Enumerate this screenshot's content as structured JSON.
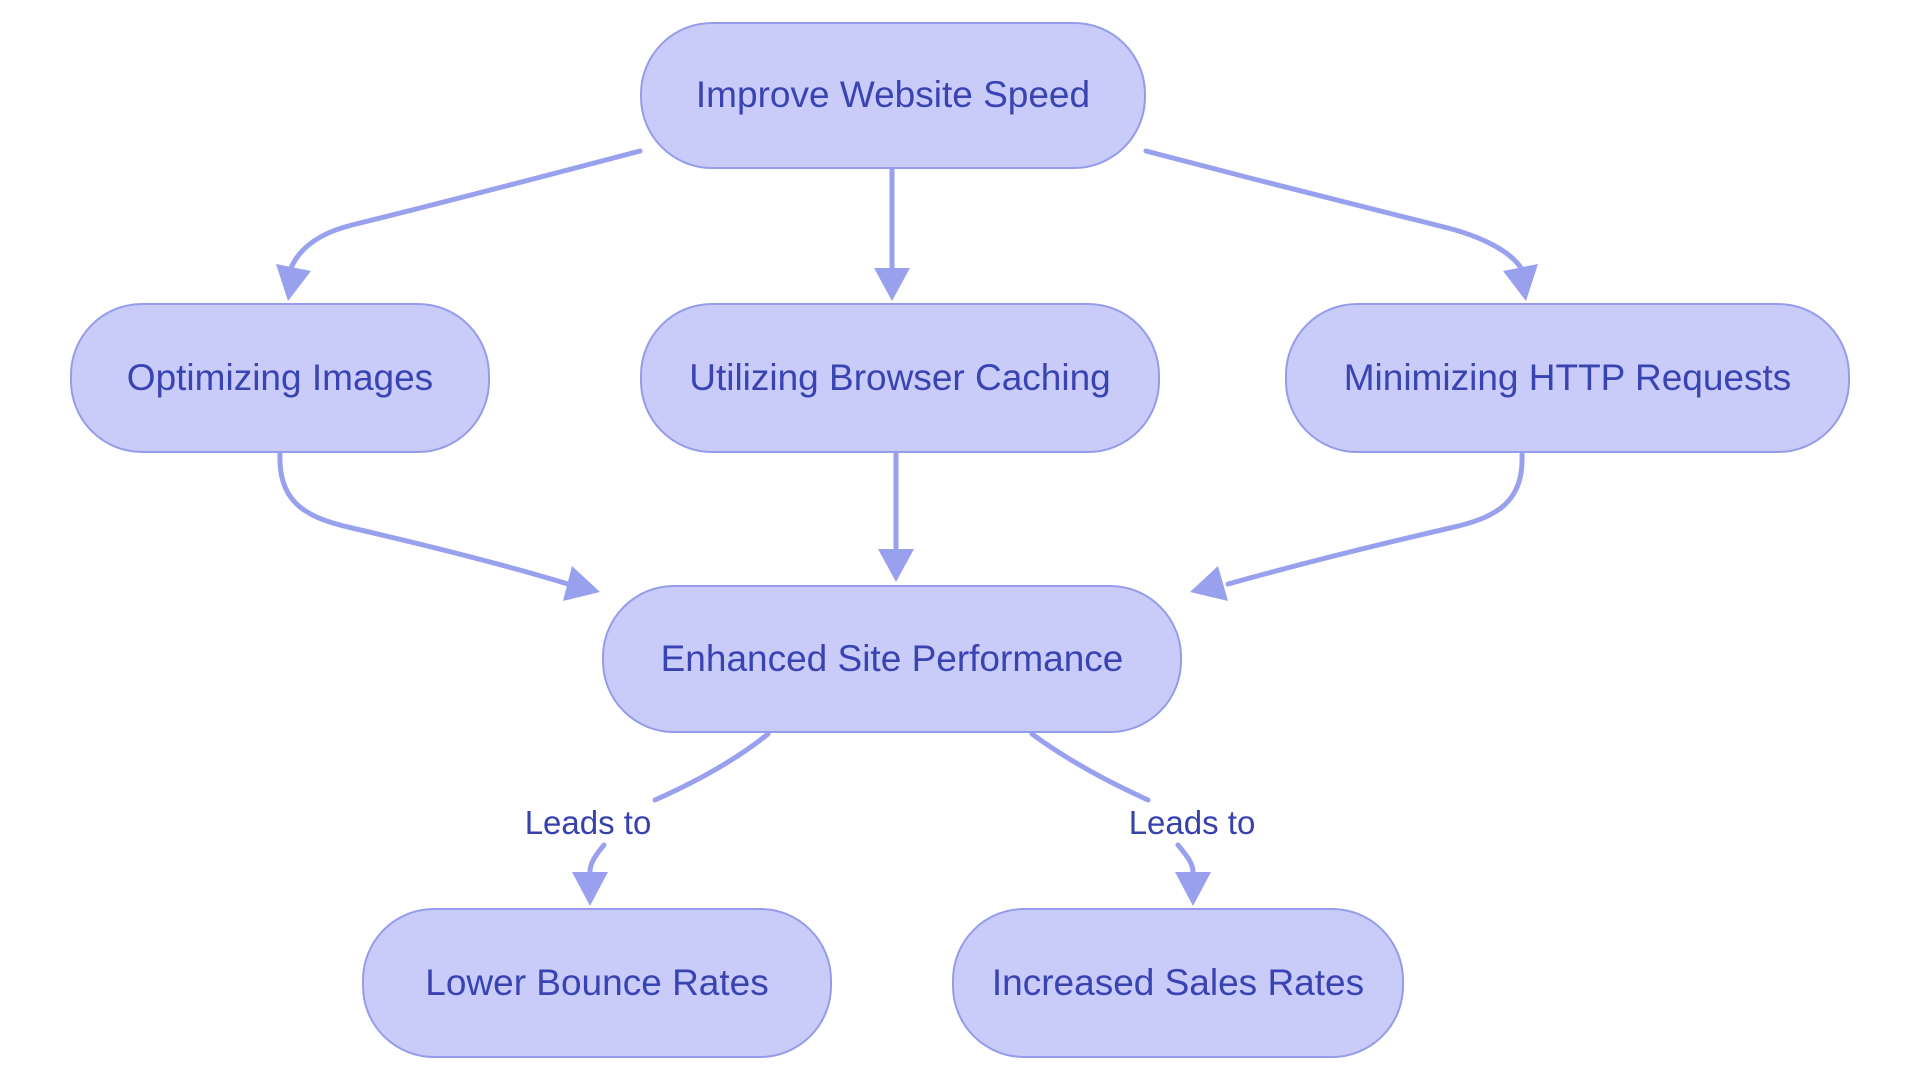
{
  "diagram": {
    "type": "flowchart",
    "background": "#ffffff",
    "nodes": [
      {
        "id": "improve-website-speed",
        "label": "Improve Website Speed"
      },
      {
        "id": "optimizing-images",
        "label": "Optimizing Images"
      },
      {
        "id": "utilizing-browser-caching",
        "label": "Utilizing Browser Caching"
      },
      {
        "id": "minimizing-http-requests",
        "label": "Minimizing HTTP Requests"
      },
      {
        "id": "enhanced-site-performance",
        "label": "Enhanced Site Performance"
      },
      {
        "id": "lower-bounce-rates",
        "label": "Lower Bounce Rates"
      },
      {
        "id": "increased-sales-rates",
        "label": "Increased Sales Rates"
      }
    ],
    "edges": [
      {
        "from": "improve-website-speed",
        "to": "optimizing-images",
        "label": ""
      },
      {
        "from": "improve-website-speed",
        "to": "utilizing-browser-caching",
        "label": ""
      },
      {
        "from": "improve-website-speed",
        "to": "minimizing-http-requests",
        "label": ""
      },
      {
        "from": "optimizing-images",
        "to": "enhanced-site-performance",
        "label": ""
      },
      {
        "from": "utilizing-browser-caching",
        "to": "enhanced-site-performance",
        "label": ""
      },
      {
        "from": "minimizing-http-requests",
        "to": "enhanced-site-performance",
        "label": ""
      },
      {
        "from": "enhanced-site-performance",
        "to": "lower-bounce-rates",
        "label": "Leads to"
      },
      {
        "from": "enhanced-site-performance",
        "to": "increased-sales-rates",
        "label": "Leads to"
      }
    ],
    "colors": {
      "node_fill": "#c9cbf8",
      "node_border": "#959ce9",
      "node_text": "#3a43b2",
      "edge_line": "#99a1ef",
      "edge_label_text": "#3641ae",
      "background": "#ffffff"
    }
  }
}
